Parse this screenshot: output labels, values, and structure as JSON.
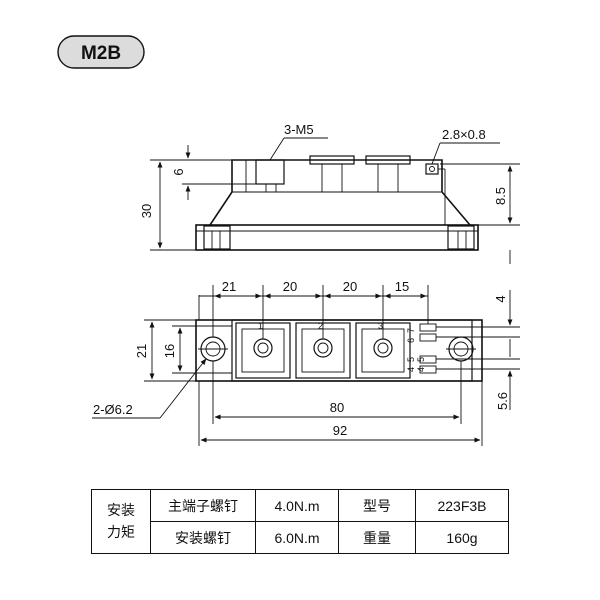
{
  "package_name": "M2B",
  "side_view": {
    "thread_note": "3-M5",
    "tab_note": "2.8×0.8",
    "dim_total_height": "30",
    "dim_screw_depth": "6",
    "dim_tab_height": "8.5"
  },
  "top_view": {
    "dim_pitch_1": "21",
    "dim_pitch_2": "20",
    "dim_pitch_3": "20",
    "dim_pitch_4": "15",
    "dim_width": "21",
    "dim_inner_width": "16",
    "dim_hole_spacing": "80",
    "dim_overall_length": "92",
    "dim_pin_top": "4",
    "dim_pin_bottom": "5.6",
    "mount_hole_note": "2-Ø6.2",
    "terminal_numbers": [
      "1",
      "2",
      "3"
    ],
    "pin_labels_left": [
      "4",
      "5",
      "6",
      "7"
    ],
    "pin_labels_right": [
      "5",
      "4"
    ]
  },
  "spec_table": {
    "group_label_line1": "安装",
    "group_label_line2": "力矩",
    "row1": {
      "item": "主端子螺钉",
      "value": "4.0N.m",
      "key": "型号",
      "key_value": "223F3B"
    },
    "row2": {
      "item": "安装螺钉",
      "value": "6.0N.m",
      "key": "重量",
      "key_value": "160g"
    }
  }
}
